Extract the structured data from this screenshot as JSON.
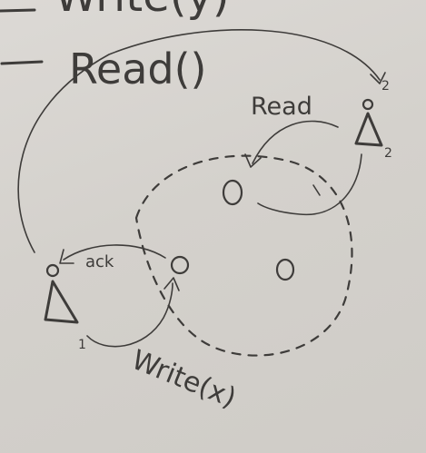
{
  "whiteboard": {
    "top_line_partial": "Write(y)",
    "main_label": "Read()",
    "inner_read_label": "Read",
    "ack_label": "ack",
    "write_label": "Write(x)",
    "client1_number": "1",
    "client2_number": "2",
    "client2_arrow_number": "2",
    "ink_color": "#3e3c3a",
    "board_color": "#d6d3cf"
  }
}
